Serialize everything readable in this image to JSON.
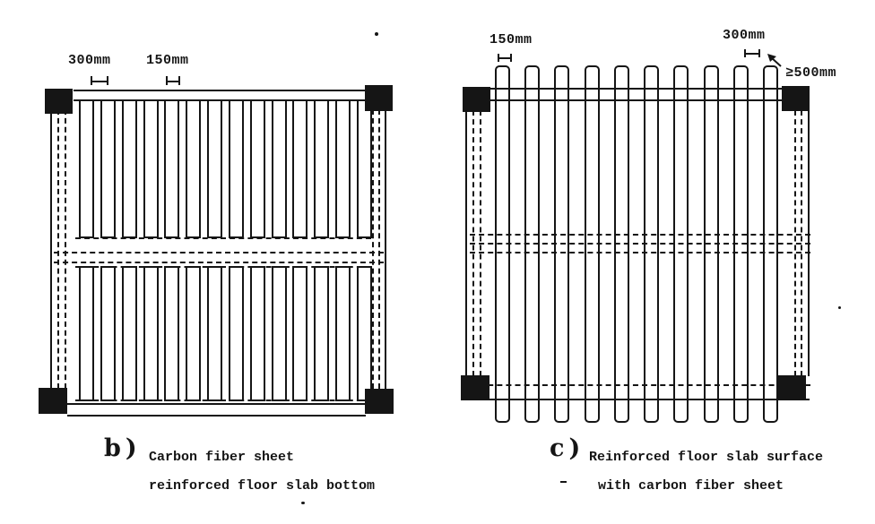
{
  "page": {
    "ink_color": "#151515",
    "paper_color": "#ffffff"
  },
  "figure_b": {
    "id_label": "b)",
    "caption_line1": "Carbon fiber sheet",
    "caption_line2": "reinforced floor slab bottom",
    "dim_label_left": "300mm",
    "dim_label_right": "150mm",
    "strips_per_half": 14,
    "strip_orientation": "vertical",
    "corner_columns": 4
  },
  "figure_c": {
    "id_label": "c)",
    "caption_line1": "Reinforced floor slab surface",
    "caption_line2": "with carbon fiber sheet",
    "dim_label_left": "150mm",
    "dim_label_right": "300mm",
    "anchorage_label": "≥500mm",
    "strip_count": 10,
    "strip_orientation": "vertical",
    "corner_columns": 4
  }
}
